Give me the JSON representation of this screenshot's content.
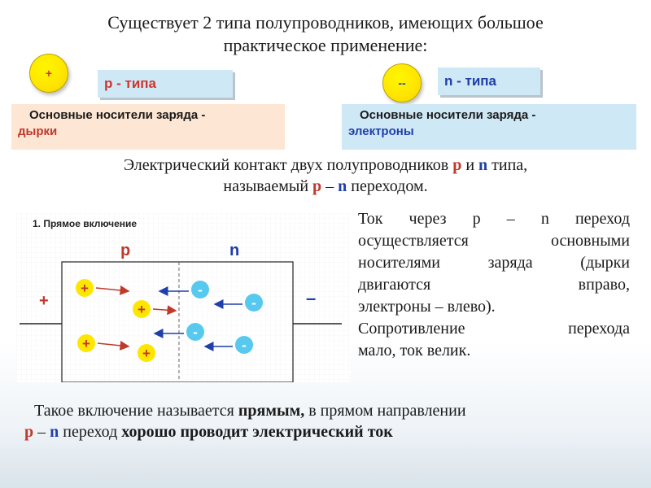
{
  "title": {
    "line1": "Существует 2 типа полупроводников, имеющих большое",
    "line2": "практическое применение:"
  },
  "p_type": {
    "sign": "+",
    "label": "p - типа",
    "carrier_title": "Основные носители заряда -",
    "carrier_value": "дырки"
  },
  "n_type": {
    "sign": "--",
    "label": "n - типа",
    "carrier_title": "Основные носители заряда -",
    "carrier_value": "электроны"
  },
  "contact": {
    "l1_a": "Электрический контакт двух полупроводников ",
    "p": "p",
    "l1_b": " и ",
    "n": "n",
    "l1_c": "  типа,",
    "l2_a": "называемый ",
    "l2_p": "p",
    "l2_dash": " – ",
    "l2_n": "n",
    "l2_b": " переходом."
  },
  "diagram": {
    "caption": "1. Прямое включение",
    "p_label": "p",
    "n_label": "n",
    "left_terminal": "+",
    "right_terminal": "–",
    "hole_sign": "+",
    "electron_sign": "-"
  },
  "right_paragraph": {
    "l1": "Ток через p – n переход",
    "l2": "осуществляется основными",
    "l3": "носителями заряда (дырки",
    "l4": "двигаются вправо,",
    "l5": "электроны – влево).",
    "l6": "Сопротивление перехода",
    "l7": "мало, ток велик."
  },
  "bottom": {
    "l1_a": "Такое включение называется ",
    "l1_b": "прямым,",
    "l1_c": " в прямом направлении",
    "l2_p": "p",
    "l2_dash": " – ",
    "l2_n": "n",
    "l2_a": " переход ",
    "l2_b": "хорошо проводит электрический ток"
  },
  "colors": {
    "p_red": "#c0392b",
    "n_blue": "#1f3faa",
    "circle_yellow": "#ffe600",
    "box_blue": "#cfe8f6",
    "box_peach": "#fde6d3"
  }
}
